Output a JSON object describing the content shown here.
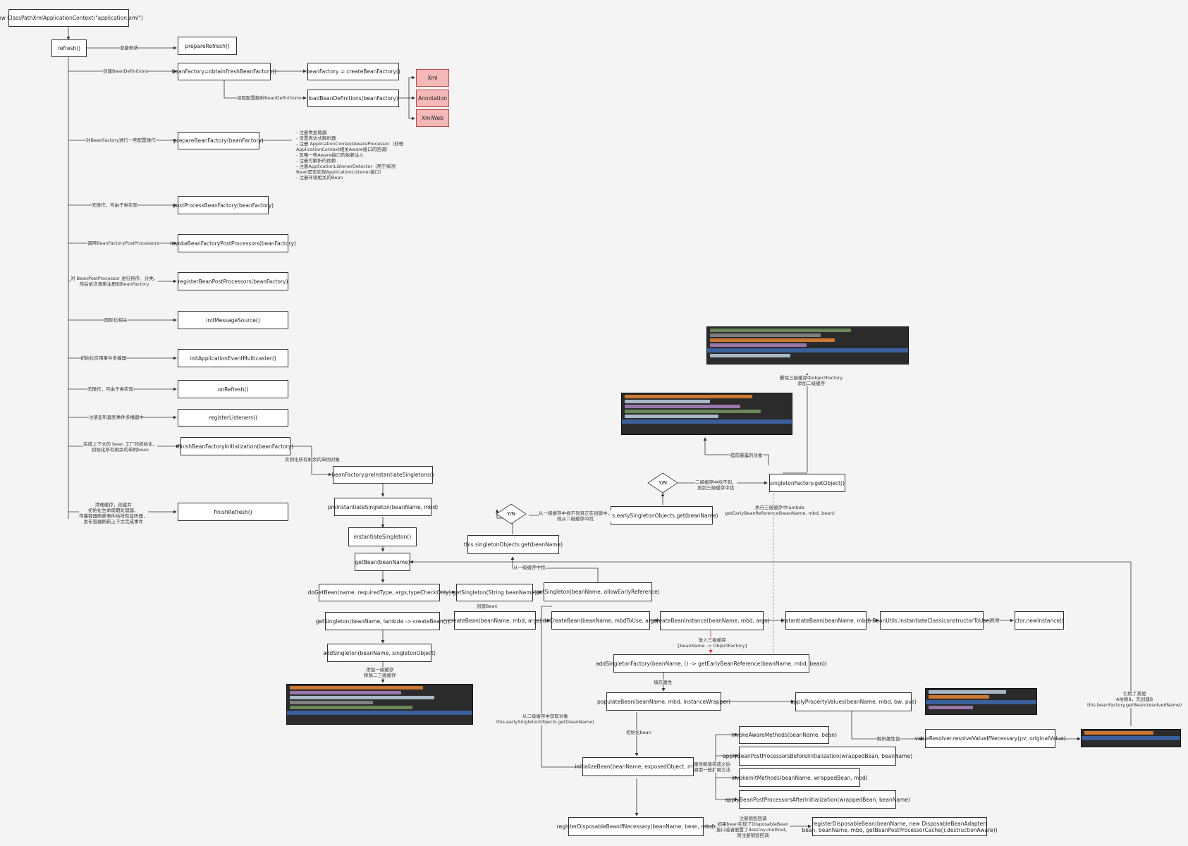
{
  "colors": {
    "background": "#f4f4f4",
    "box_fill": "#ffffff",
    "box_border": "#333333",
    "highlight_fill": "#f4b8b8",
    "code_bg": "#2b2b2b",
    "arrow": "#333333"
  },
  "nodes": {
    "ctx": "new ClassPathXmlApplicationContext(\"application.xml\")",
    "refresh": "refresh()",
    "prepare_refresh": "prepareRefresh()",
    "obtain_bf": "beanFactory=obtainFreshBeanFactory()",
    "create_bf": "beanFactory = createBeanFactory()",
    "load_bd": "loadBeanDefinitions(beanFactory)",
    "xml": "Xml",
    "annotation": "Annotation",
    "xmlweb": "XmlWeb",
    "prepare_bf": "prepareBeanFactory(beanFactory)",
    "post_process_bf": "postProcessBeanFactory(beanFactory)",
    "invoke_bfpp": "invokeBeanFactoryPostProcessors(beanFactory)",
    "register_bpp": "registerBeanPostProcessors(beanFactory)",
    "init_message": "initMessageSource()",
    "init_event": "initApplicationEventMulticaster()",
    "on_refresh": "onRefresh()",
    "register_listeners": "registerListeners()",
    "finish_bf_init": "finishBeanFactoryInitialization(beanFactory)",
    "finish_refresh": "finishRefresh()",
    "pre_inst": "beanFactory.preInstantiateSingletons()",
    "pre_inst_single": "preInstantiateSingleton(beanName, mbd)",
    "instantiate_single": "instantiateSingleton()",
    "get_bean": "getBean(beanName)",
    "do_get_bean": "doGetBean(name, requiredType, args,typeCheckOnly)",
    "get_single_name": "getSingleton(String beanName)",
    "get_single_early": "getSingleton(beanName, allowEarlyReference)",
    "singleton_objects_get": "this.singletonObjects.get(beanName)",
    "early_singleton_get": "this.earlySingletonObjects.get(beanName)",
    "singleton_factory_get": "singletonFactory.getObject()",
    "get_single_lambda": "getSingleton(beanName, lambda -> createBean())",
    "create_bean": "createBean(beanName, mbd, args)",
    "do_create_bean": "doCreateBean(beanName, mbdToUse, args)",
    "create_bean_instance": "createBeanInstance(beanName, mbd, args)",
    "instantiate_bean": "instantiateBean(beanName, mbd)",
    "bean_utils": "BeanUtils.instantiateClass(constructorToUse)",
    "ctor_new": "ctor.newInstance()",
    "add_singleton": "addSingleton(beanName, singletonObject)",
    "add_singleton_factory": "addSingletonFactory(beanName, () -> getEarlyBeanReference(beanName, mbd, bean))",
    "populate_bean": "populateBean(beanName, mbd, instanceWrapper)",
    "apply_property_values": "applyPropertyValues(beanName, mbd, bw, pvs)",
    "resolve_value": "valueResolver.resolveValueIfNecessary(pv, originalValue)",
    "initialize_bean": "initializeBean(beanName, exposedObject, mbd)",
    "invoke_aware": "invokeAwareMethods(beanName, bean)",
    "apply_bpp_before": "applyBeanPostProcessorsBeforeInitialization(wrappedBean, beanName)",
    "invoke_init": "invokeInitMethods(beanName, wrappedBean, mbd)",
    "apply_bpp_after": "applyBeanPostProcessorsAfterInitialization(wrappedBean, beanName)",
    "register_disposable": "registerDisposableBeanIfNecessary(beanName, bean, mbd)",
    "register_disposable_bean": "registerDisposableBean(beanName, new DisposableBeanAdapter(\nbean, beanName, mbd, getBeanPostProcessorCache().destructionAware))",
    "yn1": "Y/N",
    "yn2": "Y/N"
  },
  "labels": {
    "l_prepare": "准备刷新",
    "l_obtain": "创建BeanDefinitions",
    "l_load": "读取配置解析BeanDefinitions",
    "l_prepare_bf": "对BeanFactory进行一些配置操作",
    "l_post": "无操作，可由子类实现",
    "l_invoke": "调用BeanFactoryPostProcessors",
    "l_register": "对 BeanPostProcessor 进行排序、分类，\n然后依次调用注册到BeanFactory",
    "l_message": "国际化相关",
    "l_event": "初始化应用事件多播器",
    "l_onrefresh": "无操作，可由子类实现",
    "l_listeners": "注册监听器到事件多播器中",
    "l_finish_bf": "完成上下文的 bean 工厂的初始化，\n初始化所有剩余的单例bean",
    "l_finish_refresh": "清理缓存，创建并\n初始化生命周期处理器，\n传播容器刷新事件给所有监听器，\n发布容器刷新上下文完成事件",
    "l_instantiate": "实例化所有剩余的单例对象",
    "l_yn1": "从一级缓存中找不到且正在创建中，\n则从二级缓存中找",
    "l_first": "从一级缓存中找",
    "l_yn2": "二级缓存中找不到，\n则到三级缓存中找",
    "l_early": "提前暴露的对象",
    "l_lambda": "执行三级缓存中lambda\ngetEarlyBeanReference(beanName, mbd, bean)",
    "l_remove": "删除三级缓存中objectFactory\n添加二级缓存",
    "l_third": "放入三级缓存\n{beanName -> ObjectFactory}",
    "l_add_single": "添加一级缓存\n移除二三级缓存",
    "l_populate": "填充属性",
    "l_init": "初始化bean",
    "l_apply": "解析属性值",
    "l_aware": "属性赋值完成之后\n调用一些扩展方法",
    "l_early_get": "从二级缓存中获取对象\nthis.earlySingletonObjects.get(beanName)",
    "l_circular": "引用了其他\nA依赖B，先创建B\nthis.beanFactory.getBean(resolvedName)",
    "l_disposable": "注册销毁回调\n如果bean实现了DisposableBean\n接口或者配置了destroy-method，\n则注册销毁回调",
    "l_reflect": "反射",
    "l_create": "创建Bean"
  },
  "notes": {
    "prepare_bf_notes": "- 注册类加载器\n- 设置表达式解析器\n- 注册 ApplicationContextAwareProcessor（处理\nApplicationContext相关Aware接口的回调）\n- 忽略一些Aware接口的依赖注入\n- 注册可解析的依赖\n- 注册ApplicationListenerDetector（用于探测\nBean是否实现ApplicationListener接口）\n- 注册环境相关的Bean"
  },
  "icons": {
    "arrow_head": "arrow-head-icon",
    "decision": "diamond-icon",
    "code_snippet": "code-snippet-icon"
  }
}
